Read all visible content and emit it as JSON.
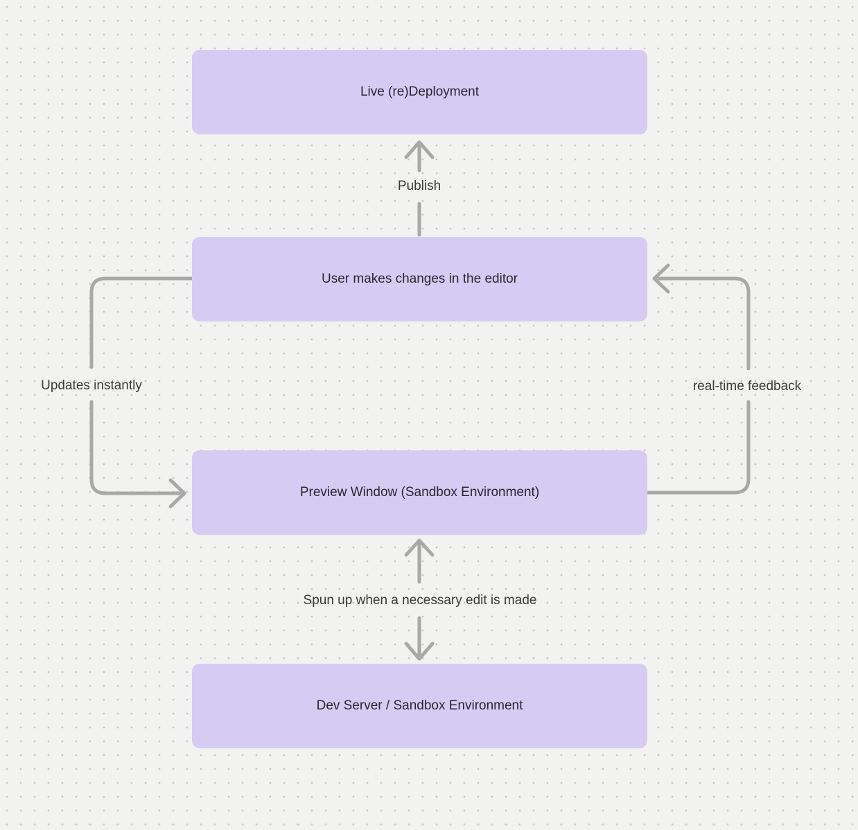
{
  "diagram": {
    "nodes": [
      {
        "id": "live-redeployment",
        "label": "Live (re)Deployment"
      },
      {
        "id": "user-editor",
        "label": "User makes changes in the editor"
      },
      {
        "id": "preview-window",
        "label": "Preview Window (Sandbox Environment)"
      },
      {
        "id": "dev-server",
        "label": "Dev Server / Sandbox Environment"
      }
    ],
    "edges": [
      {
        "from": "user-editor",
        "to": "live-redeployment",
        "label": "Publish",
        "direction": "up"
      },
      {
        "from": "user-editor",
        "to": "preview-window",
        "label": "Updates instantly",
        "direction": "left-loop-down"
      },
      {
        "from": "preview-window",
        "to": "user-editor",
        "label": "real-time feedback",
        "direction": "right-loop-up"
      },
      {
        "from": "preview-window",
        "to": "dev-server",
        "label": "Spun up when a necessary edit is made",
        "direction": "bidirectional"
      }
    ],
    "colors": {
      "node_fill": "#d6ccf3",
      "node_text": "#29262e",
      "arrow": "#a8a8a8",
      "edge_label_text": "#3b3b3b",
      "canvas_background": "#f2f2f0",
      "canvas_dot": "#c7c7c5"
    }
  }
}
